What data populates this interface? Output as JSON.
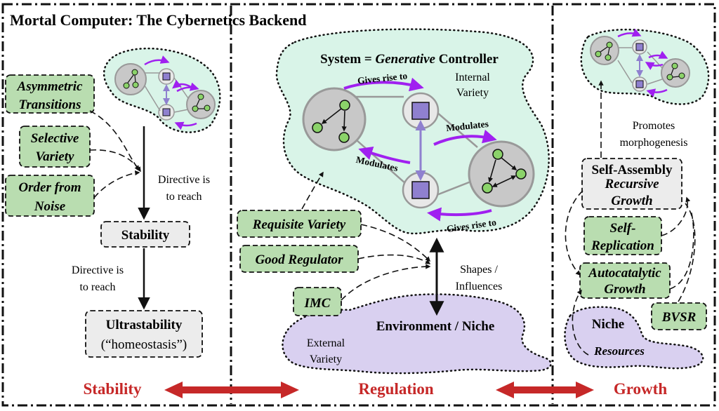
{
  "title": "Mortal Computer: The Cybernetics Backend",
  "stability_panel": {
    "boxes": {
      "asymmetric_line1": "Asymmetric",
      "asymmetric_line2": "Transitions",
      "selective_line1": "Selective",
      "selective_line2": "Variety",
      "order_line1": "Order from",
      "order_line2": "Noise",
      "stability": "Stability",
      "ultrastability": "Ultrastability",
      "homeostasis": "(“homeostasis”)"
    },
    "labels": {
      "directive1_line1": "Directive is",
      "directive1_line2": "to reach",
      "directive2_line1": "Directive is",
      "directive2_line2": "to reach"
    },
    "footer": "Stability"
  },
  "regulation_panel": {
    "controller_title_prefix": "System = ",
    "controller_title_italic": "Generative",
    "controller_title_suffix": " Controller",
    "internal_variety_line1": "Internal",
    "internal_variety_line2": "Variety",
    "gives_rise_to_top": "Gives rise to",
    "gives_rise_to_bottom": "Gives rise to",
    "modulates_right": "Modulates",
    "modulates_left": "Modulates",
    "boxes": {
      "requisite_variety": "Requisite Variety",
      "good_regulator": "Good Regulator",
      "imc": "IMC"
    },
    "shapes_line1": "Shapes /",
    "shapes_line2": "Influences",
    "environment": "Environment / Niche",
    "external_variety_line1": "External",
    "external_variety_line2": "Variety",
    "footer": "Regulation"
  },
  "growth_panel": {
    "promotes_line1": "Promotes",
    "promotes_line2": "morphogenesis",
    "self_assembly": "Self-Assembly",
    "recursive_line1": "Recursive",
    "recursive_line2": "Growth",
    "boxes": {
      "self_replication_line1": "Self-",
      "self_replication_line2": "Replication",
      "autocatalytic_line1": "Autocatalytic",
      "autocatalytic_line2": "Growth",
      "bvsr": "BVSR"
    },
    "niche": "Niche",
    "resources": "Resources",
    "footer": "Growth"
  },
  "colors": {
    "green_box": "#b9ddb0",
    "green_node": "#8bd36a",
    "mint_blob": "#d9f4e8",
    "lavender_blob": "#d9d0f0",
    "purple_arrow": "#a020f0",
    "square": "#8f80cf",
    "footer_red": "#c62828"
  }
}
